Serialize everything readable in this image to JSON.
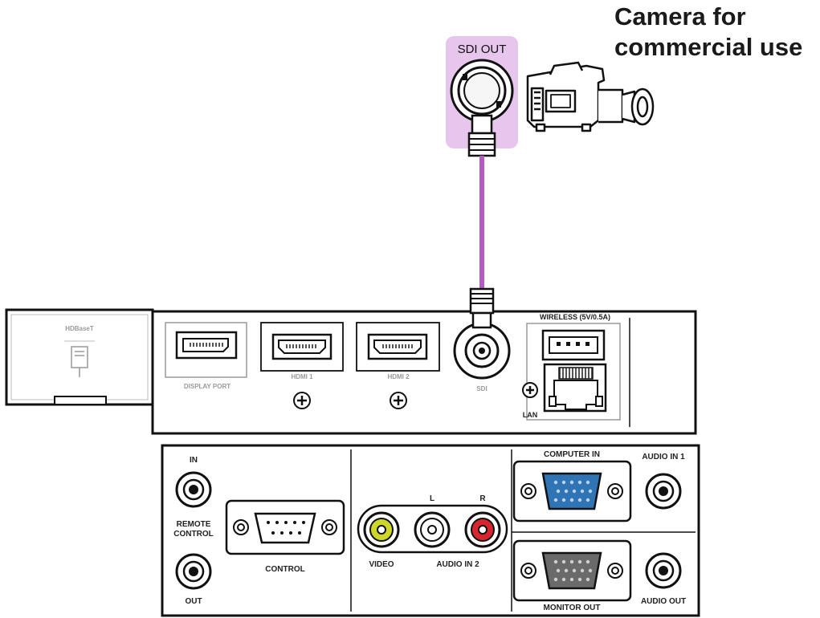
{
  "title": {
    "line1": "Camera for",
    "line2": "commercial use"
  },
  "camera": {
    "port_label": "SDI OUT",
    "icon": "video-camera-icon",
    "highlight_color": "#e6c6ec"
  },
  "cable": {
    "color": "#b25cc4"
  },
  "projector_upper_panel": {
    "hdbaset_label": "HDBaseT",
    "hdbaset_icon": "ethernet-plug-icon",
    "display_port_label": "DISPLAY PORT",
    "hdmi1_label": "HDMI 1",
    "hdmi2_label": "HDMI 2",
    "sdi_label": "SDI",
    "usb_label": "WIRELESS (5V/0.5A)",
    "lan_label": "LAN"
  },
  "projector_lower_panel": {
    "remote_in_label": "IN",
    "remote_control_label_1": "REMOTE",
    "remote_control_label_2": "CONTROL",
    "remote_out_label": "OUT",
    "control_label": "CONTROL",
    "video_label": "VIDEO",
    "audio_l_label": "L",
    "audio_r_label": "R",
    "audio_in2_label": "AUDIO IN 2",
    "computer_in_label": "COMPUTER IN",
    "audio_in1_label": "AUDIO IN 1",
    "monitor_out_label": "MONITOR OUT",
    "audio_out_label": "AUDIO OUT",
    "video_jack_color": "#cfd62a",
    "audio_l_jack_color": "#ffffff",
    "audio_r_jack_color": "#d8262e",
    "computer_in_color": "#2f74b5",
    "monitor_out_color": "#6a6a6a"
  }
}
